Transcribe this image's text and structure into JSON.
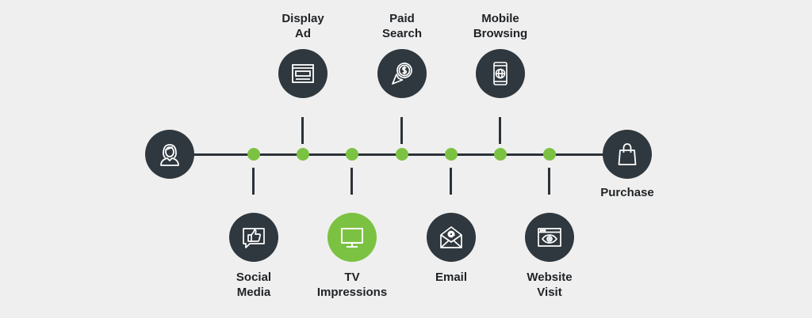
{
  "start": {
    "icon": "person-icon"
  },
  "end": {
    "icon": "shopping-bag-icon",
    "label": "Purchase"
  },
  "touchpoints": [
    {
      "id": "social-media",
      "line1": "Social",
      "line2": "Media",
      "icon": "thumbs-up-chat-icon",
      "highlight": false
    },
    {
      "id": "display-ad",
      "line1": "Display",
      "line2": "Ad",
      "icon": "display-ad-window-icon",
      "highlight": false
    },
    {
      "id": "tv-impressions",
      "line1": "TV",
      "line2": "Impressions",
      "icon": "tv-icon",
      "highlight": true
    },
    {
      "id": "paid-search",
      "line1": "Paid",
      "line2": "Search",
      "icon": "dollar-cursor-icon",
      "highlight": false
    },
    {
      "id": "email",
      "line1": "Email",
      "line2": "",
      "icon": "envelope-icon",
      "highlight": false
    },
    {
      "id": "mobile-browsing",
      "line1": "Mobile",
      "line2": "Browsing",
      "icon": "phone-globe-icon",
      "highlight": false
    },
    {
      "id": "website-visit",
      "line1": "Website",
      "line2": "Visit",
      "icon": "browser-eye-icon",
      "highlight": false
    }
  ],
  "colors": {
    "dark": "#2f383e",
    "accent": "#7cc242",
    "background": "#efefef",
    "text": "#1f2326"
  }
}
